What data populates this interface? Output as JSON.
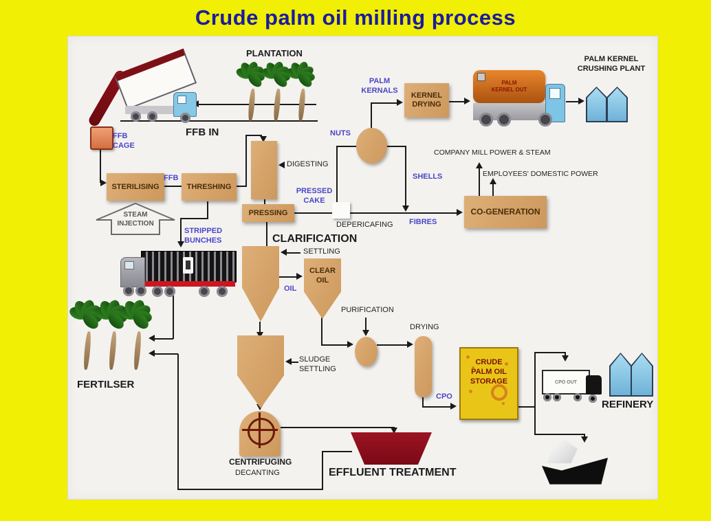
{
  "title": "Crude palm oil milling process",
  "colors": {
    "frame_yellow": "#f0ef04",
    "panel_gray": "#f4f2ef",
    "title_blue": "#1b1b9e",
    "label_blue": "#4a46c8",
    "label_black": "#1c1c1e",
    "process_tan": "#d5a26b",
    "ffb_cage_orange": "#e2855e",
    "effluent_red": "#8e0e1e",
    "storage_yellow": "#e9c517",
    "tanker_orange": "#d8741e",
    "cab_blue": "#7ec4e4",
    "building_blue": "#8fd0ee",
    "empty_bunches_red": "#cc1620"
  },
  "labels": {
    "plantation": "PLANTATION",
    "ffb_in": "FFB IN",
    "ffb_cage": "FFB CAGE",
    "sterilising": "STERILISING",
    "ffb": "FFB",
    "threshing": "THRESHING",
    "steam_injection": "STEAM INJECTION",
    "stripped_bunches": "STRIPPED BUNCHES",
    "digesting": "DIGESTING",
    "pressing": "PRESSING",
    "pressed_cake": "PRESSED CAKE",
    "nuts": "NUTS",
    "palm_kernals": "PALM KERNALS",
    "kernel_drying": "KERNEL DRYING",
    "palm_kernel_out": "PALM KERNEL OUT",
    "crushing_plant": "PALM KERNEL CRUSHING PLANT",
    "company_power": "COMPANY MILL POWER & STEAM",
    "domestic_power": "EMPLOYEES' DOMESTIC POWER",
    "shells": "SHELLS",
    "fibres": "FIBRES",
    "depericafing": "DEPERICAFING",
    "cogeneration": "CO-GENERATION",
    "clarification": "CLARIFICATION",
    "settling": "SETTLING",
    "oil": "OIL",
    "clear_oil": "CLEAR OIL",
    "purification": "PURIFICATION",
    "drying": "DRYING",
    "sludge_settling": "SLUDGE SETTLING",
    "cpo": "CPO",
    "storage": "CRUDE PALM OIL STORAGE",
    "cpo_out": "CPO OUT",
    "refinery": "REFINERY",
    "fertilser": "FERTILSER",
    "centrifuging": "CENTRIFUGING",
    "decanting": "DECANTING",
    "effluent_treatment": "EFFLUENT TREATMENT"
  }
}
